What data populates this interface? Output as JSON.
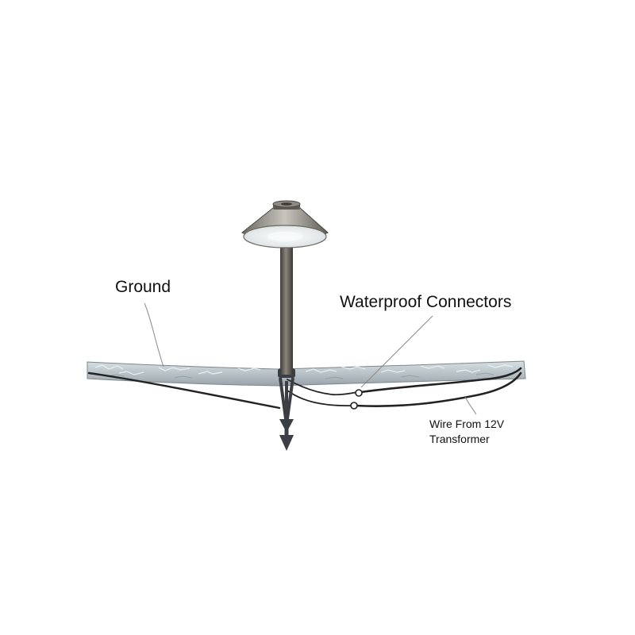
{
  "diagram": {
    "labels": {
      "ground": "Ground",
      "connectors": "Waterproof Connectors",
      "wire_line1": "Wire From 12V",
      "wire_line2": "Transformer"
    },
    "icons": {
      "fixture": "path-light-icon",
      "stake": "ground-stake-icon",
      "connector": "wire-connector-icon"
    },
    "colors": {
      "ground_fill": "#b9c3c7",
      "ground_texture": "#e4eaec",
      "fixture_bronze": "#5e5b55",
      "shade_inner": "#eef1f2",
      "wire": "#222222",
      "text": "#111111",
      "background": "#ffffff"
    }
  }
}
